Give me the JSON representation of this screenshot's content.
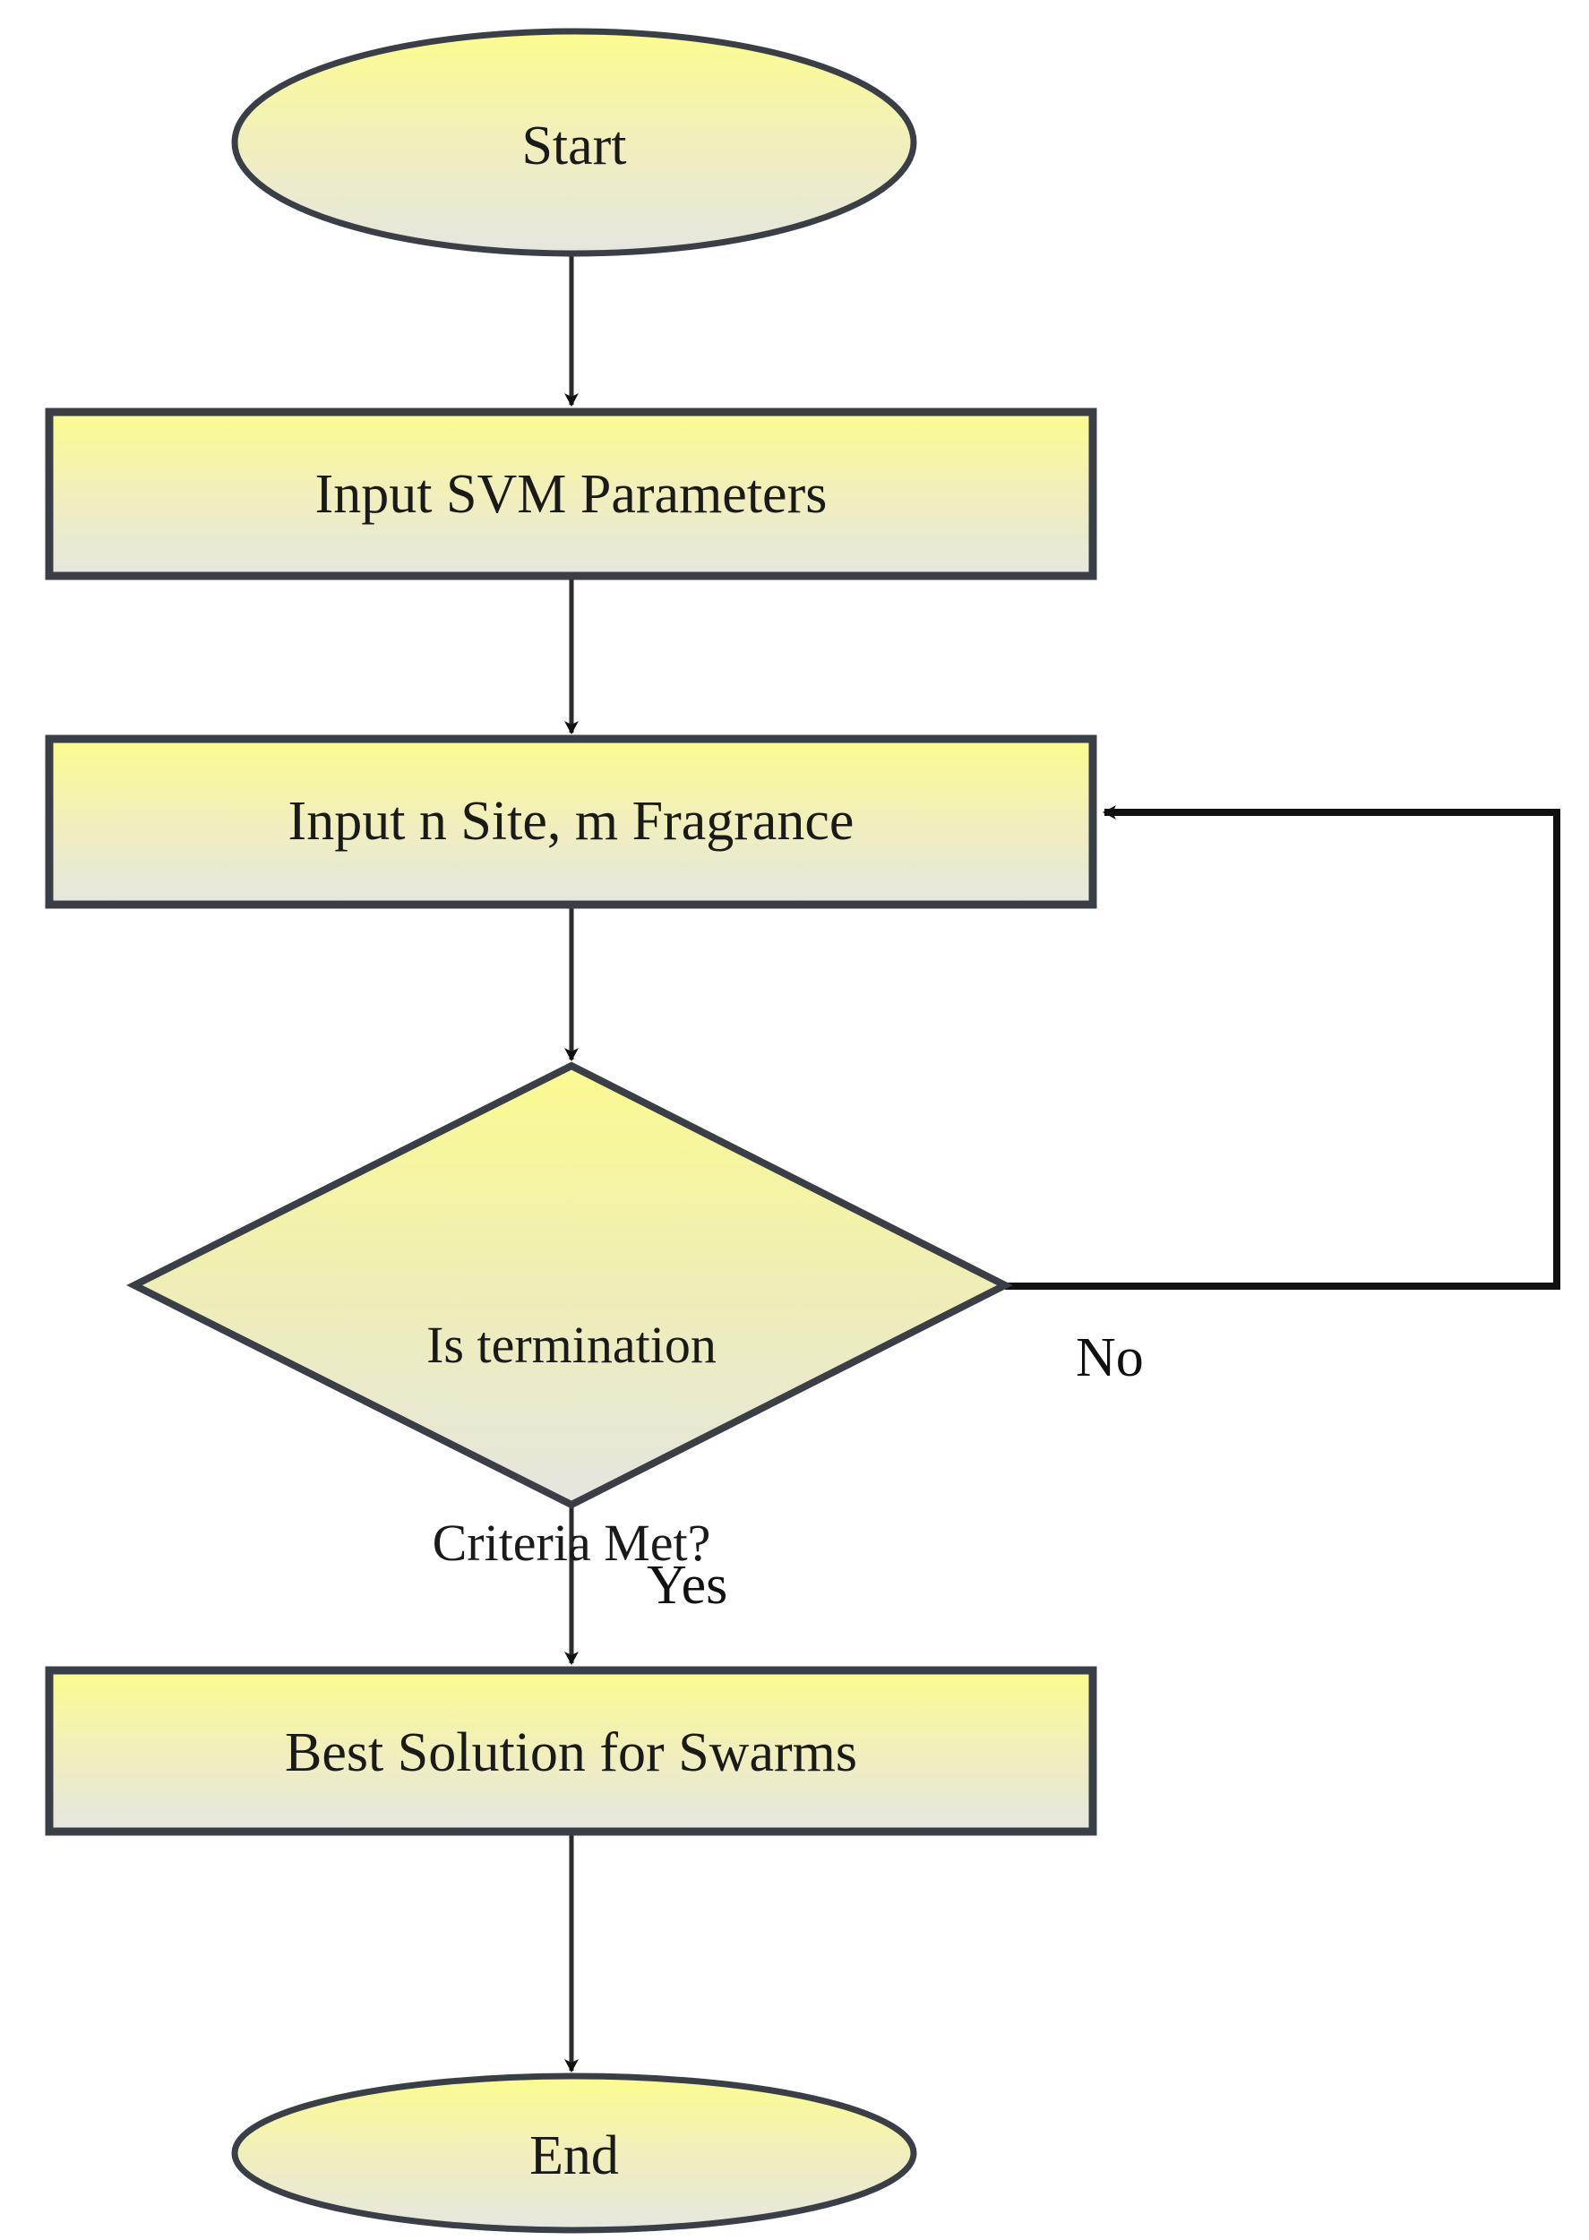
{
  "diagram": {
    "title": "SVM parameter optimization swarm flowchart",
    "background_color": "#ffffff",
    "shape_fill_top": "#fbfb8c",
    "shape_fill_bottom": "#e4e4e0",
    "shape_stroke": "#3a3f47",
    "connector_color": "#111111",
    "text_color": "#1a1a18"
  },
  "nodes": {
    "start": {
      "label": "Start",
      "shape": "ellipse"
    },
    "input_svm": {
      "label": "Input SVM Parameters",
      "shape": "rectangle"
    },
    "input_site": {
      "label": "Input n Site, m Fragrance",
      "shape": "rectangle"
    },
    "decision": {
      "label_line1": "Is termination",
      "label_line2": "Criteria Met?",
      "shape": "diamond"
    },
    "best_solution": {
      "label": "Best Solution for Swarms",
      "shape": "rectangle"
    },
    "end": {
      "label": "End",
      "shape": "ellipse"
    }
  },
  "edges": {
    "start_to_input_svm": {
      "label": ""
    },
    "input_svm_to_input_site": {
      "label": ""
    },
    "input_site_to_decision": {
      "label": ""
    },
    "decision_no": {
      "label": "No"
    },
    "decision_yes": {
      "label": "Yes"
    },
    "best_solution_to_end": {
      "label": ""
    }
  }
}
